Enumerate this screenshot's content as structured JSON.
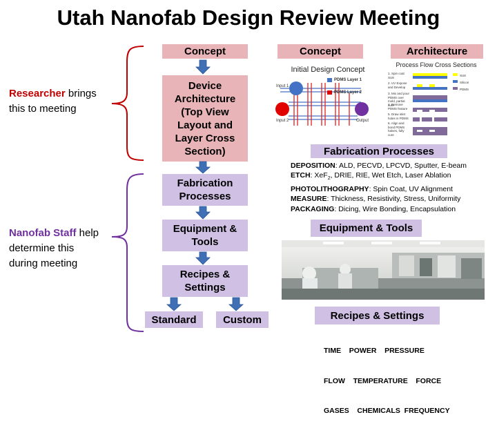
{
  "title": "Utah Nanofab Design Review Meeting",
  "researcher": {
    "highlight": "Researcher",
    "rest_line1": " brings",
    "line2": "this to meeting"
  },
  "staff": {
    "highlight": "Nanofab Staff",
    "rest_line1": " help",
    "line2": "determine this",
    "line3": "during meeting"
  },
  "flow": {
    "concept": "Concept",
    "device_arch": [
      "Device",
      "Architecture",
      "(Top View",
      "Layout and",
      "Layer Cross",
      "Section)"
    ],
    "fab": [
      "Fabrication",
      "Processes"
    ],
    "equip": [
      "Equipment &",
      "Tools"
    ],
    "recipes": [
      "Recipes &",
      "Settings"
    ],
    "standard": "Standard",
    "custom": "Custom"
  },
  "right": {
    "concept_header": "Concept",
    "arch_header": "Architecture",
    "initial_design_title": "Initial Design Concept",
    "legend1": "PDMS Layer 1",
    "legend2": "PDMS Layer 2",
    "input1": "Input 1",
    "input2": "Input 2",
    "output": "Output",
    "process_flow_title": "Process Flow Cross Sections",
    "steps": [
      "1.  Spin coat SU8",
      "2.  UV Expose and Develop",
      "3.  Mix and pour PDMS over mold, partial cure",
      "4.  Remove PDMS feature",
      "5.  Draw inlet holes in PDMS",
      "6.  Align and bond PDMS halves, fully cure"
    ],
    "arch_legend": [
      "SU8",
      "Silicon",
      "PDMS"
    ],
    "fab_header": "Fabrication Processes",
    "fab_items": [
      {
        "label": "DEPOSITION",
        "text": ": ALD, PECVD, LPCVD, Sputter,  E-beam"
      },
      {
        "label": "ETCH",
        "text_a": ": XeF",
        "sub": "2",
        "text_b": ", DRIE, RIE, Wet Etch, Laser Ablation"
      },
      {
        "label": "PHOTOLITHOGRAPHY",
        "text": ": Spin Coat, UV Alignment"
      },
      {
        "label": "MEASURE",
        "text": ": Thickness, Resistivity, Stress, Uniformity"
      },
      {
        "label": "PACKAGING",
        "text": ": Dicing, Wire Bonding, Encapsulation"
      }
    ],
    "equip_header": "Equipment & Tools",
    "recipes_header": "Recipes & Settings",
    "recipe_rows": [
      "TIME    POWER    PRESSURE",
      "FLOW    TEMPERATURE    FORCE",
      "GASES    CHEMICALS  FREQUENCY"
    ]
  },
  "colors": {
    "pink": "#e8b4b8",
    "lavender": "#cfc0e4",
    "arrow": "#3f6fb5",
    "red_brace": "#c00000",
    "purple_brace": "#7030a0"
  }
}
